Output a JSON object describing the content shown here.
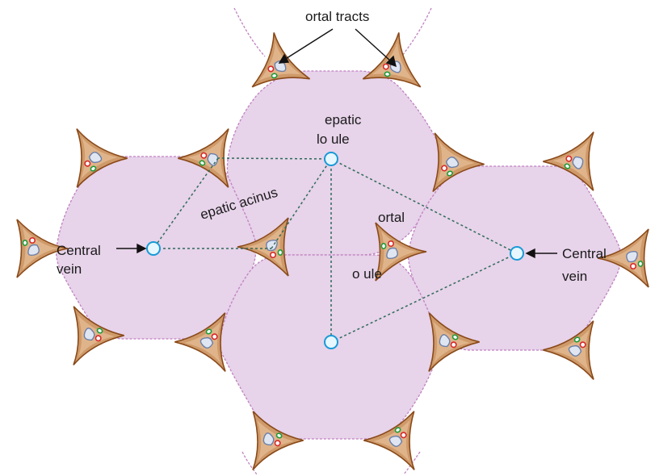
{
  "labels": {
    "portal_tracts": "ortal tracts",
    "hepatic_lobule_line1": "epatic",
    "hepatic_lobule_line2": "lo ule",
    "hepatic_acinus": "epatic acinus",
    "portal_lobule_line1": "ortal",
    "portal_lobule_line2": "o ule",
    "central_vein_left_line1": "Central",
    "central_vein_left_line2": "vein",
    "central_vein_right_line1": "Central",
    "central_vein_right_line2": "vein"
  },
  "colors": {
    "lobule_fill": "#e7d3ea",
    "lobule_outline": "#c080c0",
    "portal_tract_fill": "#cf9a6a",
    "portal_tract_outline": "#8a4a1a",
    "dashed_line": "#2e6b5a",
    "central_vein_fill": "#e6f7ff",
    "central_vein_stroke": "#1a9ad6",
    "arrow": "#111111"
  }
}
